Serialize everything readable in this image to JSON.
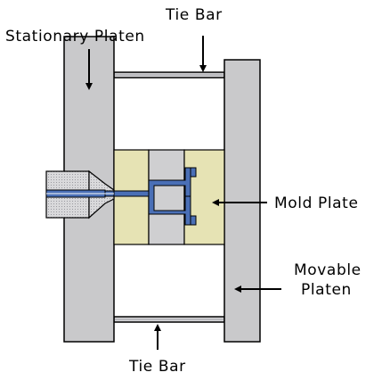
{
  "labels": {
    "tie_bar_top": "Tie Bar",
    "stationary_platen": "Stationary Platen",
    "mold_plate": "Mold Plate",
    "movable_platen_line1": "Movable",
    "movable_platen_line2": "Platen",
    "tie_bar_bottom": "Tie Bar"
  },
  "colors": {
    "platen": "#c9c9cb",
    "platen_dark": "#b3b3b6",
    "mold_half": "#e6e3b4",
    "mold_core": "#cfcfd1",
    "steel_blue": "#4a6fb6",
    "injection_unit": "#d7d7d9",
    "outline": "#000000"
  }
}
